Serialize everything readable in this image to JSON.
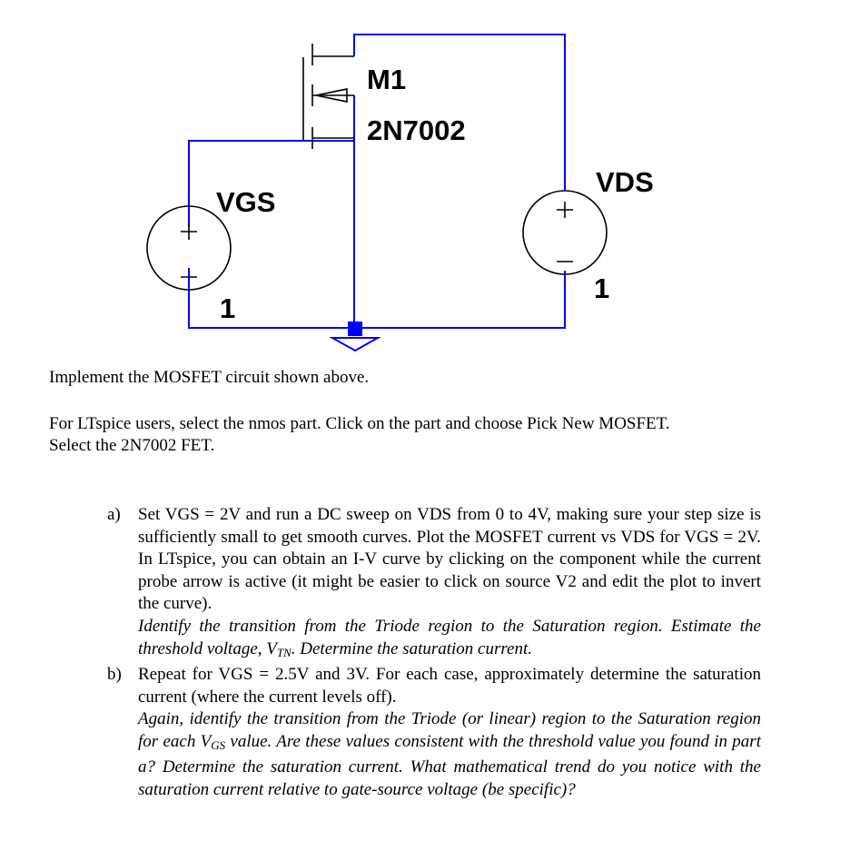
{
  "schematic": {
    "mosfet_name": "M1",
    "mosfet_model": "2N7002",
    "vgs_name": "VGS",
    "vgs_value": "1",
    "vds_name": "VDS",
    "vds_value": "1"
  },
  "text": {
    "p1": "Implement the MOSFET circuit shown above.",
    "p2_line1": "For LTspice users, select the nmos part. Click on the part and choose Pick New MOSFET.",
    "p2_line2": "Select the 2N7002 FET.",
    "a_marker": "a)",
    "a_text": "Set VGS = 2V and run a DC sweep on VDS from 0 to 4V, making sure your step size is sufficiently small to get smooth curves. Plot the MOSFET current vs VDS for VGS = 2V. In LTspice, you can obtain an I-V curve by clicking on the component while the current probe arrow is active (it might be easier to click on source V2 and edit the plot to invert the curve).",
    "a_italic_prefix": "Identify the transition from the Triode region to the Saturation region. Estimate the threshold voltage, V",
    "a_italic_sub": "TN",
    "a_italic_suffix": ". Determine the saturation current.",
    "b_marker": "b)",
    "b_text": "Repeat for VGS = 2.5V and 3V. For each case, approximately determine the saturation current (where the current levels off).",
    "b_italic_prefix": "Again, identify the transition from the Triode (or linear) region to the Saturation region for each V",
    "b_italic_sub": "GS",
    "b_italic_suffix": " value. Are these values consistent with the threshold value you found in part a? Determine the saturation current. What mathematical trend do you notice with the saturation current relative to gate-source voltage (be specific)?"
  }
}
